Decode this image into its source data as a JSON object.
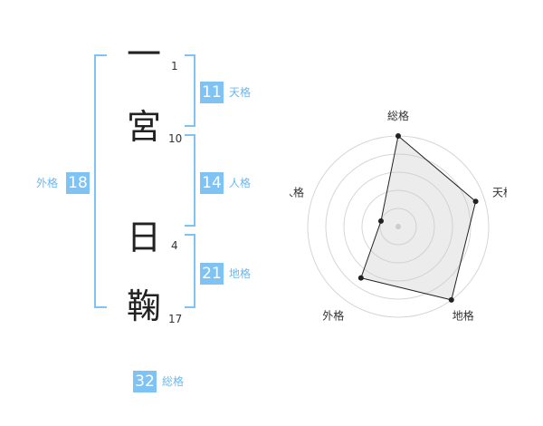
{
  "name_chars": [
    {
      "char": "一",
      "strokes": "1"
    },
    {
      "char": "宮",
      "strokes": "10"
    },
    {
      "char": "日",
      "strokes": "4"
    },
    {
      "char": "鞠",
      "strokes": "17"
    }
  ],
  "fortunes": {
    "tenkaku": {
      "value": "11",
      "label": "天格"
    },
    "jinkaku": {
      "value": "14",
      "label": "人格"
    },
    "chikaku": {
      "value": "21",
      "label": "地格"
    },
    "gaikaku": {
      "value": "18",
      "label": "外格"
    },
    "soukaku": {
      "value": "32",
      "label": "総格"
    }
  },
  "colors": {
    "accent": "#7fc3f5",
    "label": "#6ab8ef",
    "text": "#222222"
  },
  "chart_data": {
    "type": "radar",
    "axes": [
      "総格",
      "天格",
      "地格",
      "外格",
      "人格"
    ],
    "values": [
      5,
      4.5,
      5,
      3.5,
      1
    ],
    "max": 5,
    "rings": 5
  }
}
